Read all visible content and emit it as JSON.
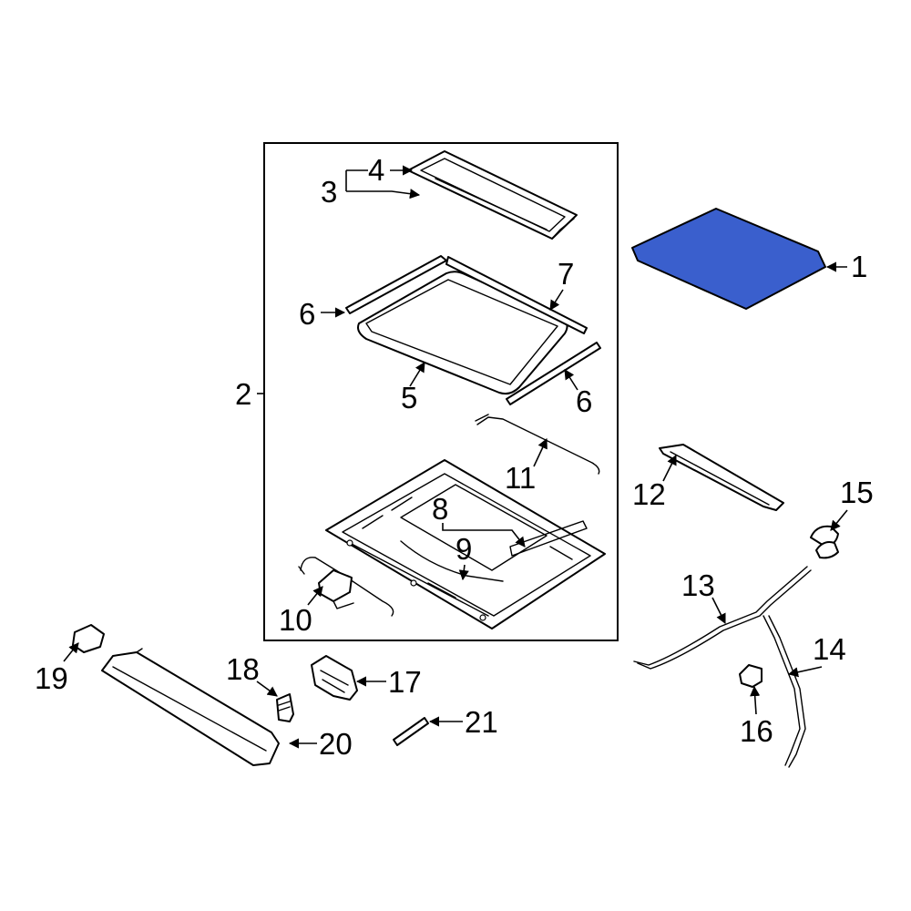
{
  "callouts": {
    "c1": "1",
    "c2": "2",
    "c3": "3",
    "c4": "4",
    "c5": "5",
    "c6a": "6",
    "c6b": "6",
    "c7": "7",
    "c8": "8",
    "c9": "9",
    "c10": "10",
    "c11": "11",
    "c12": "12",
    "c13": "13",
    "c14": "14",
    "c15": "15",
    "c16": "16",
    "c17": "17",
    "c18": "18",
    "c19": "19",
    "c20": "20",
    "c21": "21"
  },
  "colors": {
    "highlight_fill": "#3a5fcd",
    "line": "#000000",
    "background": "#ffffff"
  },
  "highlighted_part": "1"
}
